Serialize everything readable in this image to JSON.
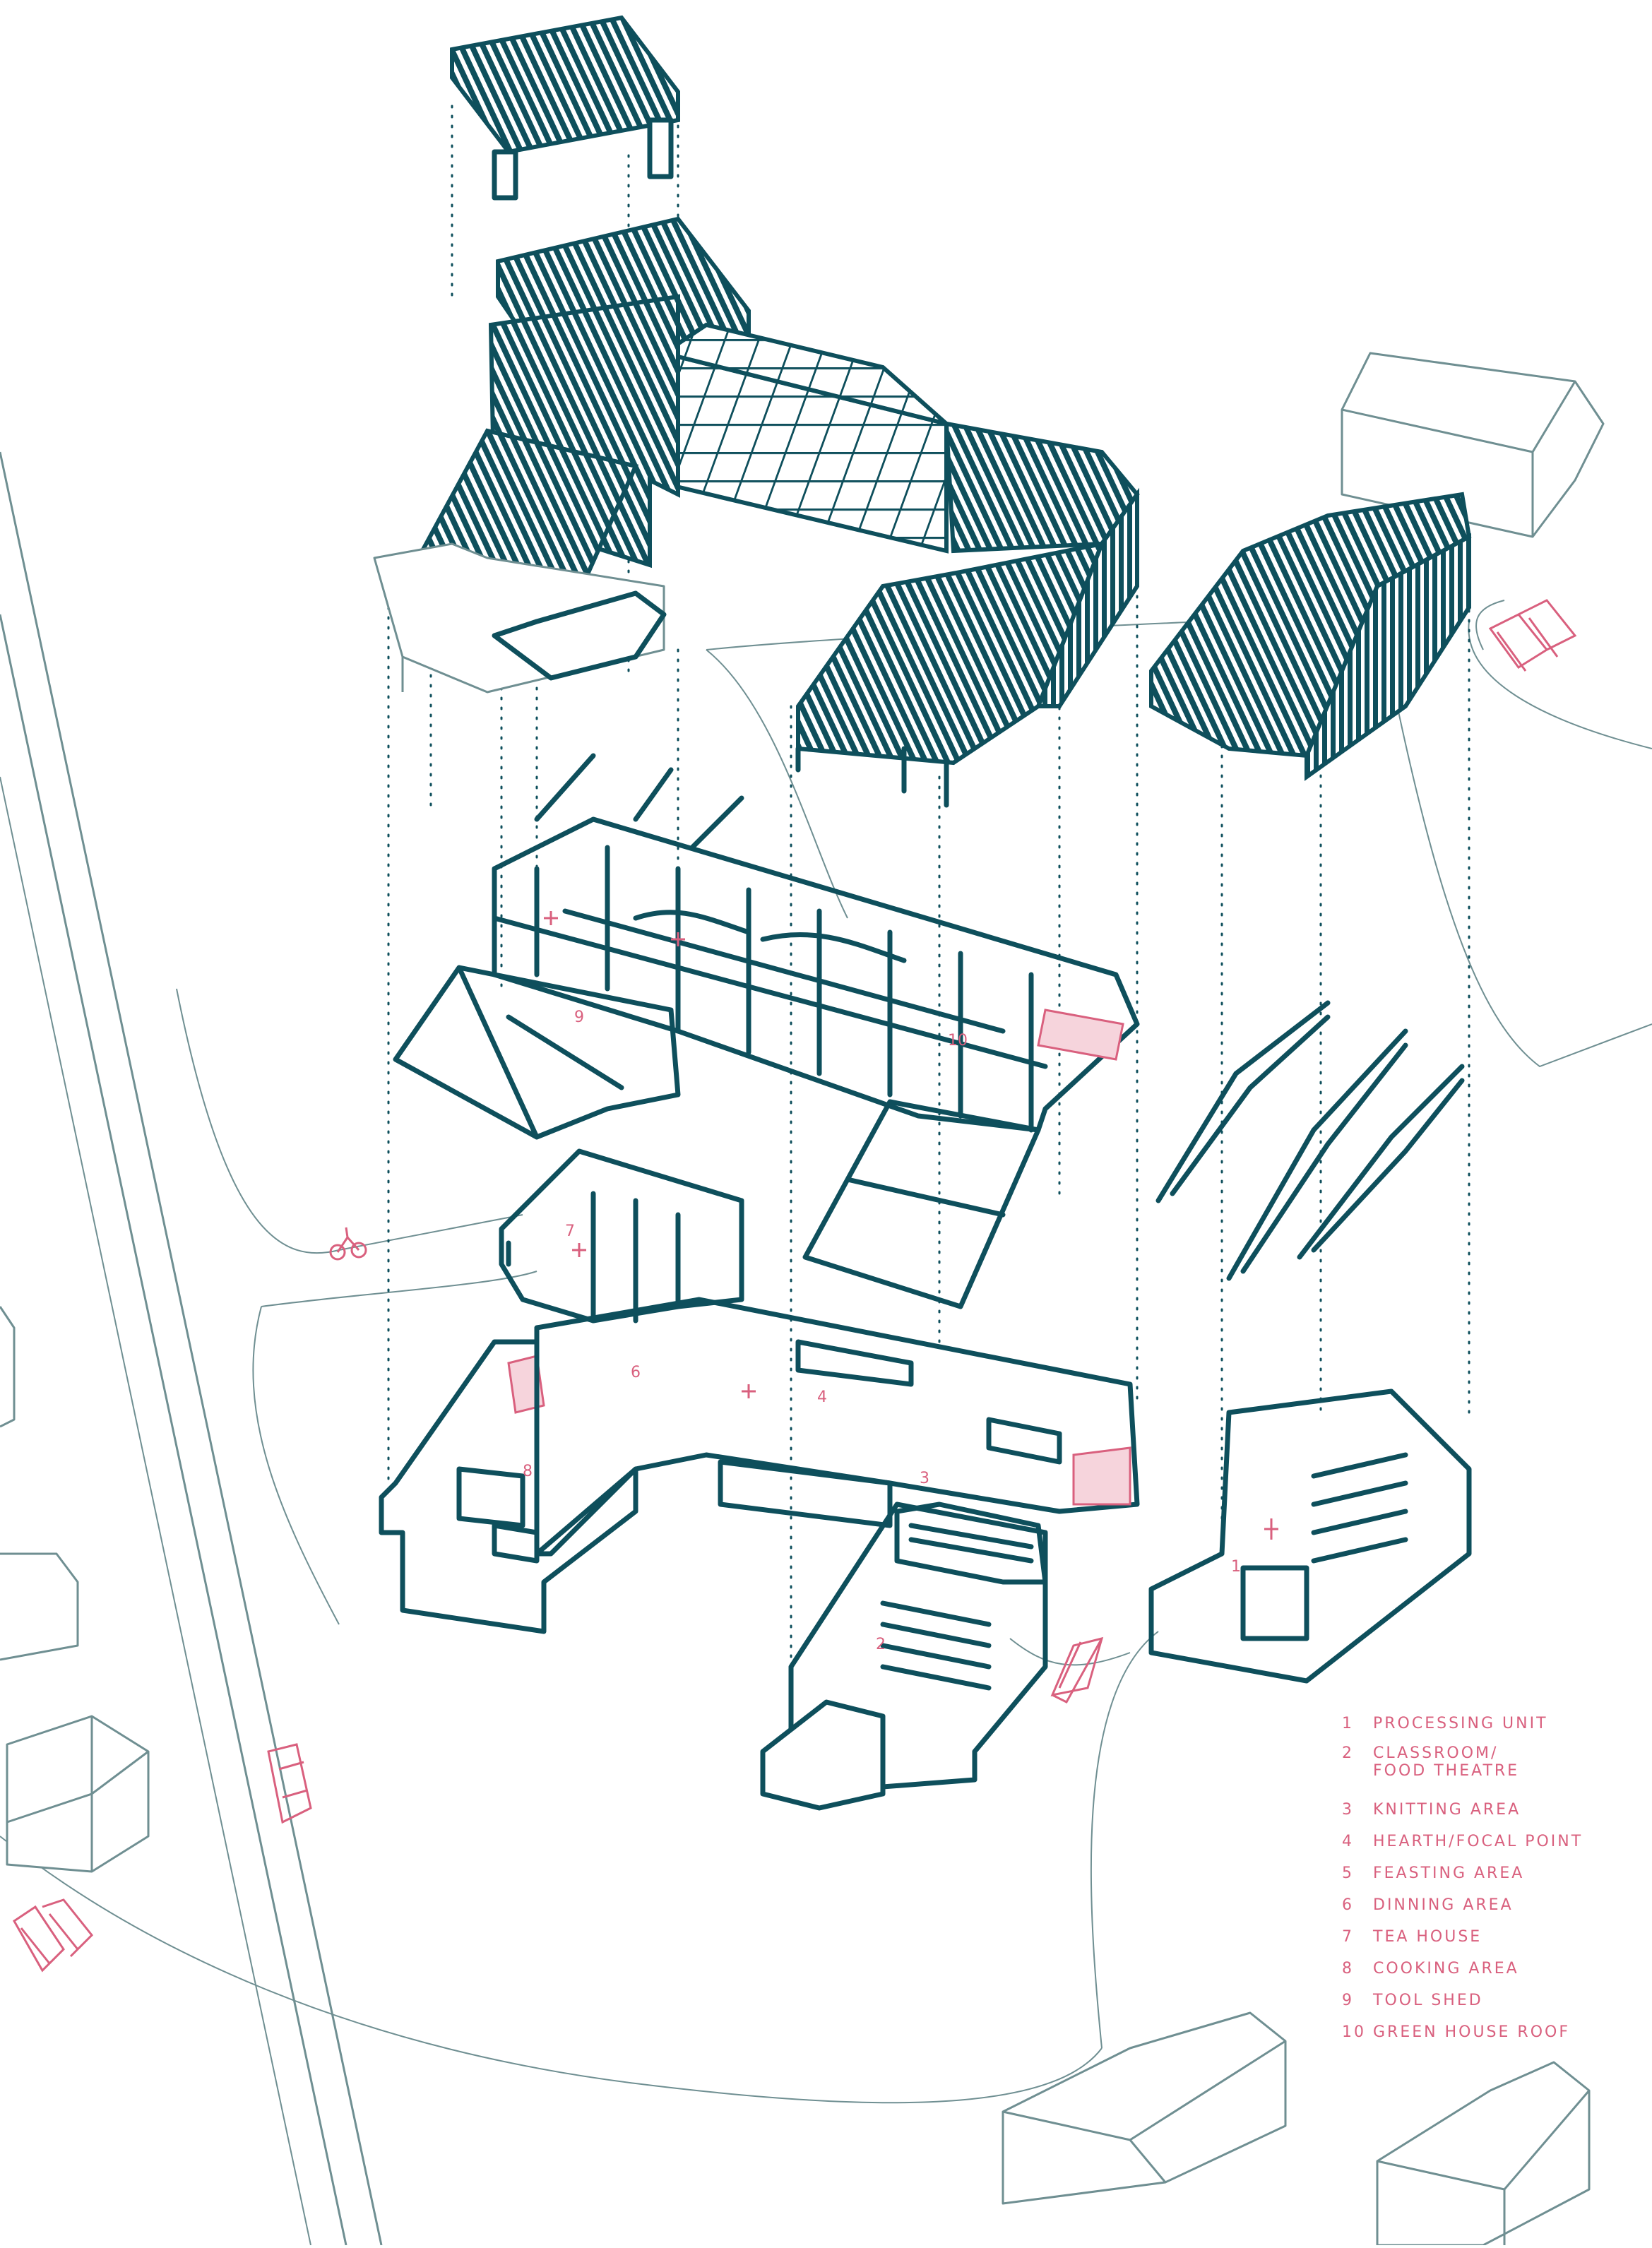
{
  "legend": [
    {
      "num": "1",
      "label": "PROCESSING UNIT"
    },
    {
      "num": "2",
      "label": "CLASSROOM/\nFOOD THEATRE"
    },
    {
      "num": "3",
      "label": "KNITTING AREA"
    },
    {
      "num": "4",
      "label": "HEARTH/FOCAL POINT"
    },
    {
      "num": "5",
      "label": "FEASTING AREA"
    },
    {
      "num": "6",
      "label": "DINNING AREA"
    },
    {
      "num": "7",
      "label": "TEA HOUSE"
    },
    {
      "num": "8",
      "label": "COOKING AREA"
    },
    {
      "num": "9",
      "label": "TOOL SHED"
    },
    {
      "num": "10",
      "label": "GREEN HOUSE ROOF"
    }
  ],
  "plan_labels": {
    "n1": "1",
    "n2": "2",
    "n3": "3",
    "n4": "4",
    "n6": "6",
    "n7": "7",
    "n8": "8",
    "n9": "9",
    "n10": "10"
  },
  "colors": {
    "structure": "#0e4f5c",
    "context": "#6f8f92",
    "accent": "#d9607e",
    "accent_fill": "#f6d4dc"
  }
}
